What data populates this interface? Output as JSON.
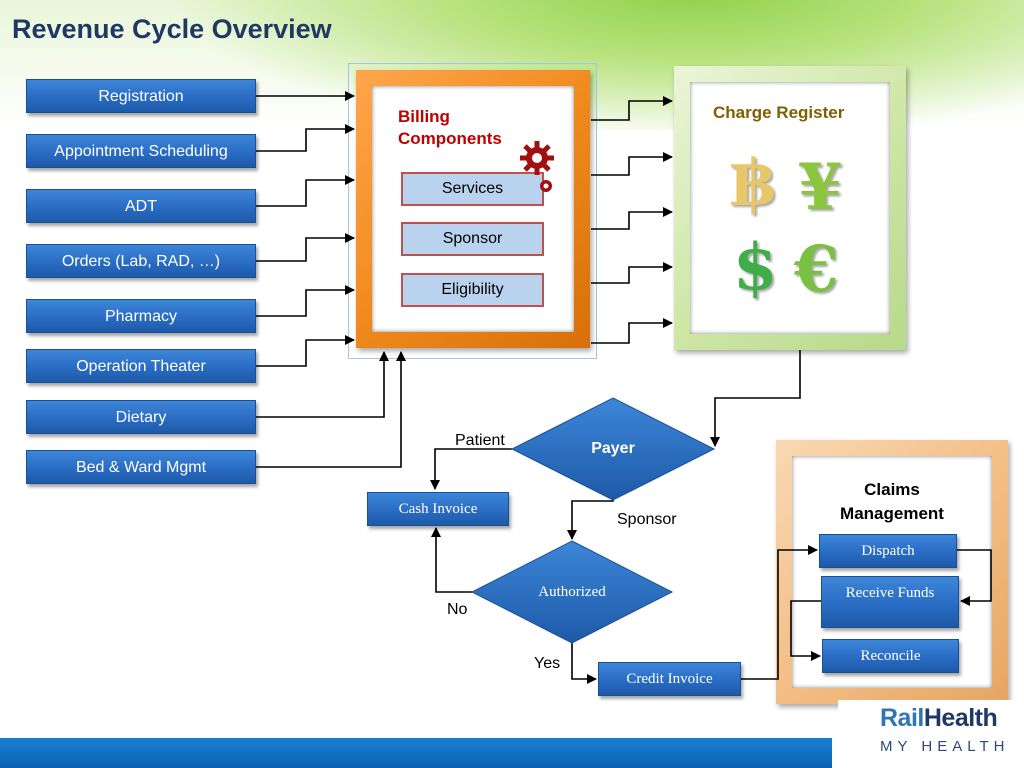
{
  "page": {
    "title": "Revenue Cycle Overview"
  },
  "inputs": [
    "Registration",
    "Appointment Scheduling",
    "ADT",
    "Orders (Lab, RAD, …)",
    "Pharmacy",
    "Operation Theater",
    "Dietary",
    "Bed & Ward Mgmt"
  ],
  "billing": {
    "title_line1": "Billing",
    "title_line2": "Components",
    "items": [
      "Services",
      "Sponsor",
      "Eligibility"
    ]
  },
  "charge_register": {
    "title": "Charge Register",
    "currencies": [
      "฿",
      "¥",
      "$",
      "€"
    ]
  },
  "decisions": {
    "payer": "Payer",
    "authorized": "Authorized",
    "patient_label": "Patient",
    "sponsor_label": "Sponsor",
    "no_label": "No",
    "yes_label": "Yes"
  },
  "invoices": {
    "cash": "Cash Invoice",
    "credit": "Credit Invoice"
  },
  "claims": {
    "title_line1": "Claims",
    "title_line2": "Management",
    "items": [
      "Dispatch",
      "Receive Funds",
      "Reconcile"
    ]
  },
  "logo": {
    "rail": "Rail",
    "health": "Health",
    "tagline": "MY HEALTH"
  },
  "colors": {
    "title": "#1f3864",
    "button_blue": "#2a6cc4",
    "billing_frame": "#f08a1d",
    "charge_frame": "#cfe7a8",
    "claims_frame": "#f3bf86",
    "billing_title": "#c00000",
    "charge_title": "#7f6000",
    "footer_blue": "#0a63b5"
  }
}
